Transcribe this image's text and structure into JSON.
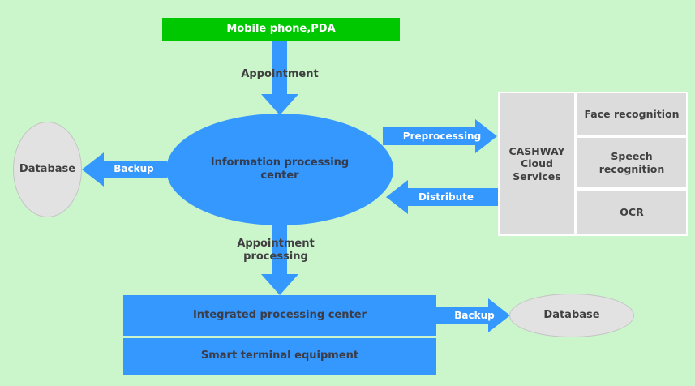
{
  "colors": {
    "background": "#cbf5cb",
    "node_green": "#00c800",
    "node_blue": "#3498ff",
    "node_gray": "#dcdcdc",
    "arrow_blue": "#3498ff",
    "text_dark": "#404040",
    "text_white": "#ffffff"
  },
  "nodes": {
    "mobile_phone": {
      "label": "Mobile phone,PDA"
    },
    "information_center": {
      "label": "Information processing center"
    },
    "database_left": {
      "label": "Database"
    },
    "cashway": {
      "label": "CASHWAY\nCloud\nServices"
    },
    "face_recognition": {
      "label": "Face recognition"
    },
    "speech_recognition": {
      "label": "Speech\nrecognition"
    },
    "ocr": {
      "label": "OCR"
    },
    "integrated_center": {
      "label": "Integrated processing center"
    },
    "smart_terminal": {
      "label": "Smart terminal equipment"
    },
    "database_right": {
      "label": "Database"
    }
  },
  "edges": {
    "appointment": {
      "label": "Appointment"
    },
    "backup_left": {
      "label": "Backup"
    },
    "preprocessing": {
      "label": "Preprocessing"
    },
    "distribute": {
      "label": "Distribute"
    },
    "appointment_processing": {
      "label": "Appointment\nprocessing"
    },
    "backup_right": {
      "label": "Backup"
    }
  }
}
